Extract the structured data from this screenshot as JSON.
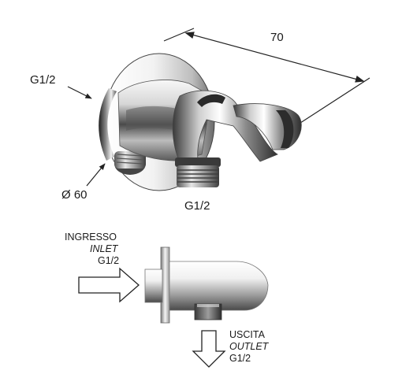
{
  "top_view": {
    "dimension_length": "70",
    "label_wall_thread": "G1/2",
    "label_diameter": "Ø 60",
    "label_outlet_thread": "G1/2"
  },
  "side_view": {
    "inlet": {
      "line1": "INGRESSO",
      "line2": "INLET",
      "line3": "G1/2"
    },
    "outlet": {
      "line1": "USCITA",
      "line2": "OUTLET",
      "line3": "G1/2"
    }
  },
  "colors": {
    "chrome_light": "#f4f4f4",
    "chrome_dark": "#3a3a3a",
    "line": "#222222"
  }
}
